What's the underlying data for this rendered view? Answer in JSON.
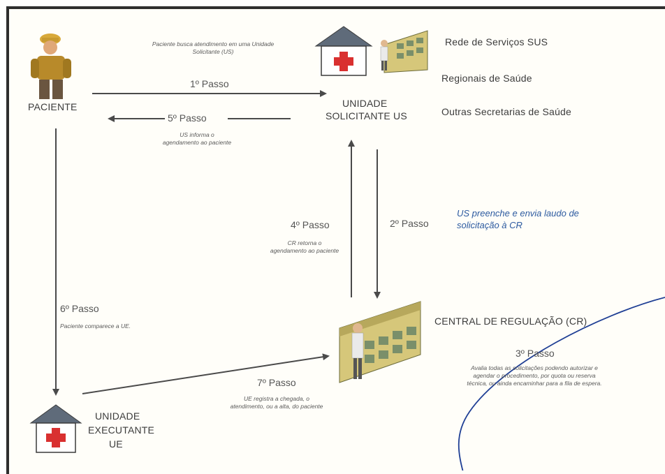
{
  "nodes": {
    "paciente": "PACIENTE",
    "us_line1": "UNIDADE",
    "us_line2": "SOLICITANTE US",
    "cr": "CENTRAL DE REGULAÇÃO (CR)",
    "ue_line1": "UNIDADE",
    "ue_line2": "EXECUTANTE",
    "ue_line3": "UE"
  },
  "network": {
    "item1": "Rede de Serviços SUS",
    "item2": "Regionais de Saúde",
    "item3": "Outras Secretarias de Saúde"
  },
  "steps": {
    "s1": "1º Passo",
    "s1_note": "Paciente busca atendimento em uma Unidade Solicitante (US)",
    "s2": "2º Passo",
    "s2_note": "US preenche e envia laudo de solicitação à CR",
    "s3": "3º Passo",
    "s3_note": "Avalia todas as solicitações podendo autorizar e agendar o procedimento, por quota ou reserva técnica, ou ainda encaminhar para a fila de espera.",
    "s4": "4º Passo",
    "s4_note": "CR retorna o agendamento ao paciente",
    "s5": "5º Passo",
    "s5_note": "US informa o agendamento ao paciente",
    "s6": "6º Passo",
    "s6_note": "Paciente comparece a UE.",
    "s7": "7º Passo",
    "s7_note": "UE registra a chegada, o atendimento, ou a alta, do paciente"
  },
  "colors": {
    "arrow": "#4a4a4a",
    "note_blue": "#2c5aa0",
    "pen_stroke": "#1f3f95",
    "cross_red": "#d93030"
  }
}
